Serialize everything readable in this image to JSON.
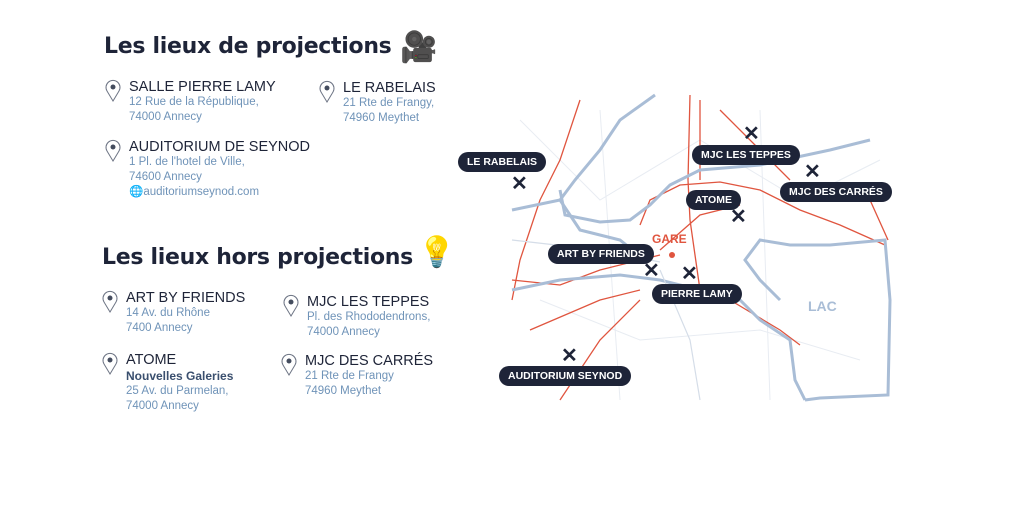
{
  "projections": {
    "title": "Les lieux de projections",
    "venues": [
      {
        "name": "SALLE PIERRE LAMY",
        "line1": "12 Rue de la République,",
        "line2": "74000 Annecy"
      },
      {
        "name": "LE RABELAIS",
        "line1": "21 Rte de Frangy,",
        "line2": "74960 Meythet"
      },
      {
        "name": "AUDITORIUM DE SEYNOD",
        "line1": "1 Pl. de l'hotel de Ville,",
        "line2": "74600 Annecy",
        "website": "auditoriumseynod.com"
      }
    ]
  },
  "hors": {
    "title": "Les lieux hors projections",
    "venues": [
      {
        "name": "ART BY FRIENDS",
        "line1": "14 Av. du Rhône",
        "line2": "7400 Annecy"
      },
      {
        "name": "MJC LES TEPPES",
        "line1": "Pl. des Rhododendrons,",
        "line2": "74000 Annecy"
      },
      {
        "name": "ATOME",
        "sub": "Nouvelles Galeries",
        "line1": "25 Av. du Parmelan,",
        "line2": "74000 Annecy"
      },
      {
        "name": "MJC DES CARRÉS",
        "line1": "21 Rte de Frangy",
        "line2": "74960 Meythet"
      }
    ]
  },
  "map": {
    "labels": {
      "rabelais": "LE RABELAIS",
      "teppes": "MJC LES TEPPES",
      "carres": "MJC DES CARRÉS",
      "atome": "ATOME",
      "artby": "ART BY FRIENDS",
      "lamy": "PIERRE LAMY",
      "auditorium": "AUDITORIUM SEYNOD",
      "gare": "GARE",
      "lac": "LAC"
    },
    "colors": {
      "road": "#e0553f",
      "water": "#a9bdd6",
      "marker": "#1e2438"
    }
  }
}
